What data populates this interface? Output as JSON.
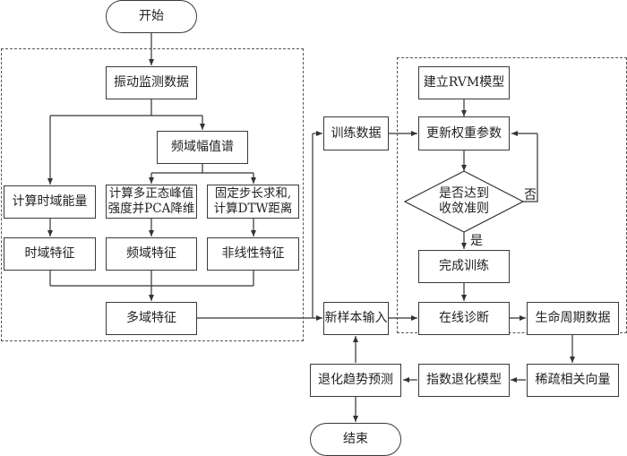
{
  "nodes": {
    "start": "开始",
    "vibration_data": "振动监测数据",
    "freq_spectrum": "频域幅值谱",
    "calc_time_energy": "计算时域能量",
    "calc_multi_peak_line1": "计算多正态峰值",
    "calc_multi_peak_line2": "强度并PCA降维",
    "fixed_step_line1": "固定步长求和,",
    "fixed_step_line2": "计算DTW距离",
    "time_features": "时域特征",
    "freq_features": "频域特征",
    "nonlinear_features": "非线性特征",
    "multi_domain_features": "多域特征",
    "training_data": "训练数据",
    "new_sample_input": "新样本输入",
    "build_rvm": "建立RVM模型",
    "update_weights": "更新权重参数",
    "convergence_line1": "是否达到",
    "convergence_line2": "收敛准则",
    "training_complete": "完成训练",
    "online_diagnosis": "在线诊断",
    "life_cycle_data": "生命周期数据",
    "sparse_relevance_vectors": "稀疏相关向量",
    "exp_degradation_model": "指数退化模型",
    "degradation_trend_prediction": "退化趋势预测",
    "end": "结束"
  },
  "edge_labels": {
    "yes": "是",
    "no": "否"
  }
}
